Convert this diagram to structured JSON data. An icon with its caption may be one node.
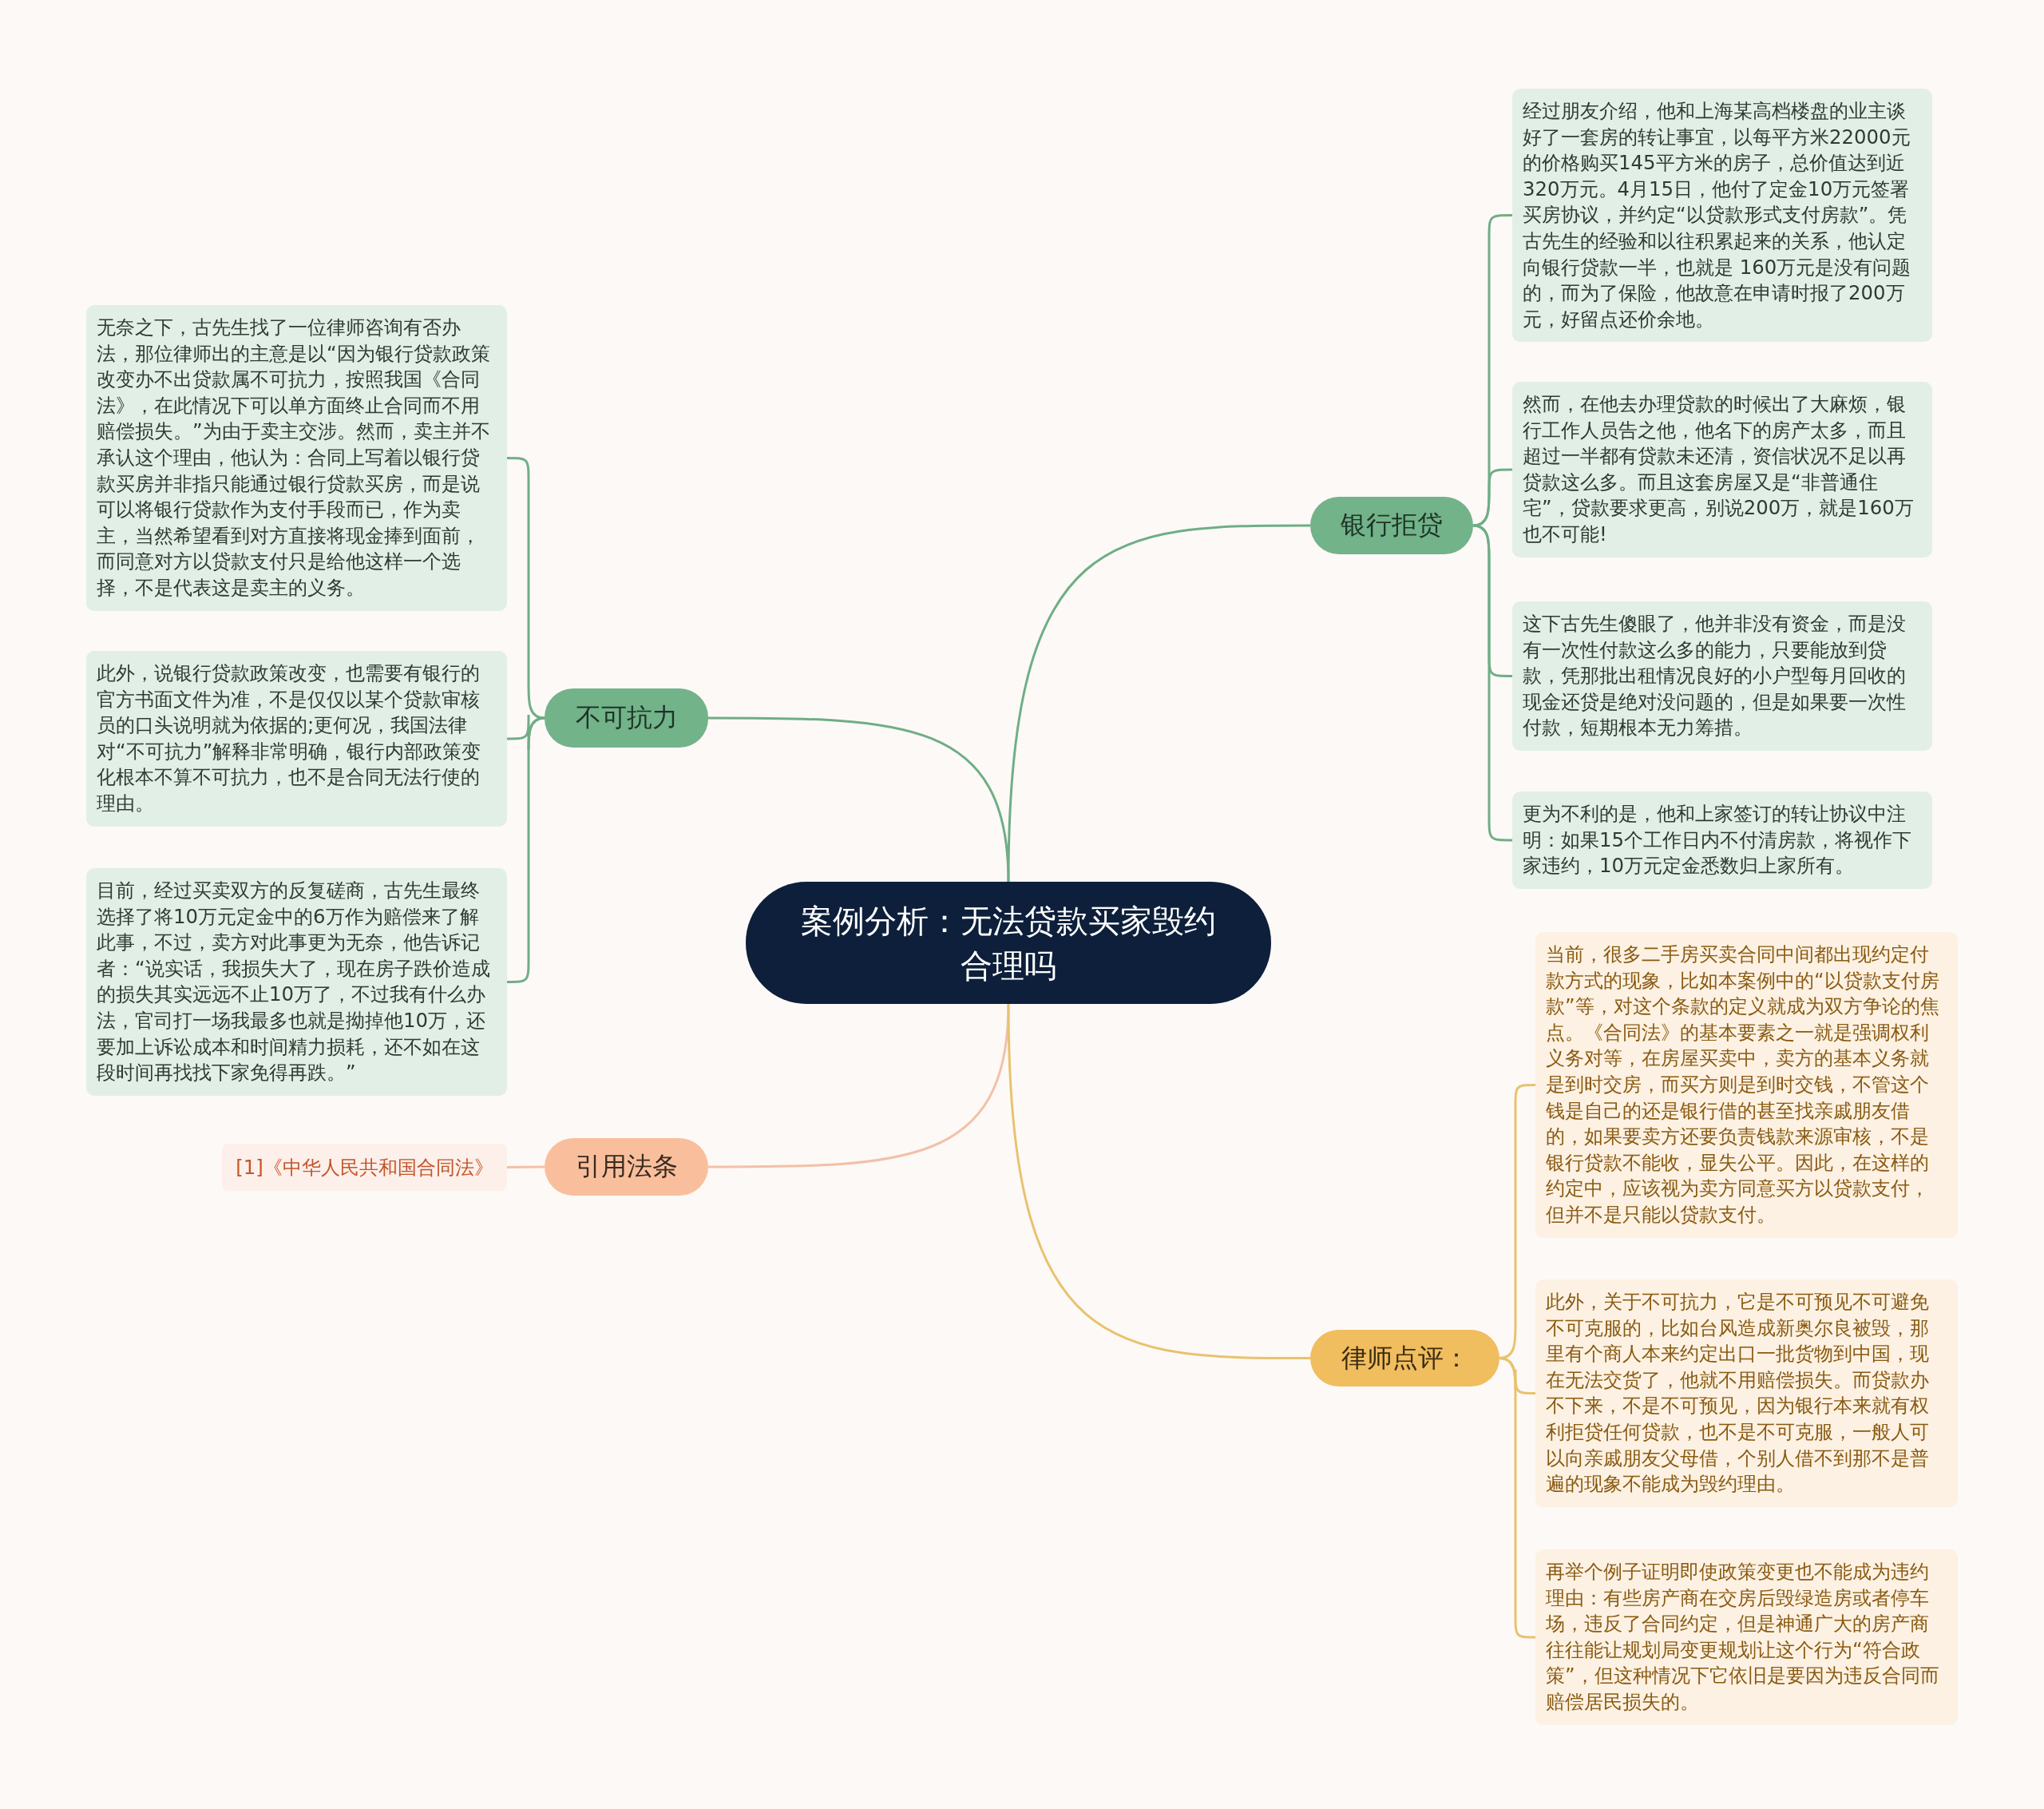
{
  "diagram": {
    "nodes": [
      {
        "text": [
          "案例分析：无法贷款买家毁约合理吗"
        ]
      },
      {
        "text": [
          "银行拒贷"
        ]
      },
      {
        "text": [
          "经过朋友介绍，他和上海某高档楼盘的业主谈好了一套房的转让事宜，以每平方米22000元的价格购买145平方米的房子，总价值达到近320万元。4月15日，他付了定金10万元签署买房协议，并约定“以贷款形式支付房款”。凭古先生的经验和以往积累起来的关系，他认定向银行贷款一半，也就是 160万元是没有问题的，而为了保险，他故意在申请时报了200万元，好留点还价余地。"
        ]
      },
      {
        "text": [
          "然而，在他去办理贷款的时候出了大麻烦，银行工作人员告之他，他名下的房产太多，而且超过一半都有贷款未还清，资信状况不足以再贷款这么多。而且这套房屋又是“非普通住宅”，贷款要求更高，别说200万，就是160万也不可能!"
        ]
      },
      {
        "text": [
          "这下古先生傻眼了，他并非没有资金，而是没有一次性付款这么多的能力，只要能放到贷款，凭那批出租情况良好的小户型每月回收的现金还贷是绝对没问题的，但是如果要一次性付款，短期根本无力筹措。"
        ]
      },
      {
        "text": [
          "更为不利的是，他和上家签订的转让协议中注明：如果15个工作日内不付清房款，将视作下家违约，10万元定金悉数归上家所有。"
        ]
      },
      {
        "text": [
          "不可抗力"
        ]
      },
      {
        "text": [
          "无奈之下，古先生找了一位律师咨询有否办法，那位律师出的主意是以“因为银行贷款政策改变办不出贷款属不可抗力，按照我国《合同法》，在此情况下可以单方面终止合同而不用赔偿损失。”为由于卖主交涉。然而，卖主并不承认这个理由，他认为：合同上写着以银行贷款买房并非指只能通过银行贷款买房，而是说可以将银行贷款作为支付手段而已，作为卖主，当然希望看到对方直接将现金捧到面前，而同意对方以贷款支付只是给他这样一个选择，不是代表这是卖主的义务。"
        ]
      },
      {
        "text": [
          "此外，说银行贷款政策改变，也需要有银行的官方书面文件为准，不是仅仅以某个贷款审核员的口头说明就为依据的;更何况，我国法律对“不可抗力”解释非常明确，银行内部政策变化根本不算不可抗力，也不是合同无法行使的理由。"
        ]
      },
      {
        "text": [
          "目前，经过买卖双方的反复磋商，古先生最终选择了将10万元定金中的6万作为赔偿来了解此事，不过，卖方对此事更为无奈，他告诉记者：“说实话，我损失大了，现在房子跌价造成的损失其实远远不止10万了，不过我有什么办法，官司打一场我最多也就是拗掉他10万，还要加上诉讼成本和时间精力损耗，还不如在这段时间再找找下家免得再跌。”"
        ]
      },
      {
        "text": [
          "引用法条"
        ]
      },
      {
        "text": [
          "[1]《中华人民共和国合同法》"
        ]
      },
      {
        "text": [
          "律师点评："
        ]
      },
      {
        "text": [
          "当前，很多二手房买卖合同中间都出现约定付款方式的现象，比如本案例中的“以贷款支付房款”等，对这个条款的定义就成为双方争论的焦点。《合同法》的基本要素之一就是强调权利义务对等，在房屋买卖中，卖方的基本义务就是到时交房，而买方则是到时交钱，不管这个钱是自己的还是银行借的甚至找亲戚朋友借的，如果要卖方还要负责钱款来源审核，不是银行贷款不能收，显失公平。因此，在这样的约定中，应该视为卖方同意买方以贷款支付，但并不是只能以贷款支付。"
        ]
      },
      {
        "text": [
          "此外，关于不可抗力，它是不可预见不可避免不可克服的，比如台风造成新奥尔良被毁，那里有个商人本来约定出口一批货物到中国，现在无法交货了，他就不用赔偿损失。而贷款办不下来，不是不可预见，因为银行本来就有权利拒贷任何贷款，也不是不可克服，一般人可以向亲戚朋友父母借，个别人借不到那不是普遍的现象不能成为毁约理由。"
        ]
      },
      {
        "text": [
          "再举个例子证明即使政策变更也不能成为违约理由：有些房产商在交房后毁绿造房或者停车场，违反了合同约定，但是神通广大的房产商往往能让规划局变更规划让这个行为“符合政策”，但这种情况下它依旧是要因为违反合同而赔偿居民损失的。"
        ]
      }
    ],
    "edges": [
      {
        "from": 0,
        "to": 1,
        "arrow": "none"
      },
      {
        "from": 1,
        "to": 2,
        "arrow": "none"
      },
      {
        "from": 1,
        "to": 3,
        "arrow": "none"
      },
      {
        "from": 1,
        "to": 4,
        "arrow": "none"
      },
      {
        "from": 1,
        "to": 5,
        "arrow": "none"
      },
      {
        "from": 0,
        "to": 6,
        "arrow": "none"
      },
      {
        "from": 6,
        "to": 7,
        "arrow": "none"
      },
      {
        "from": 6,
        "to": 8,
        "arrow": "none"
      },
      {
        "from": 6,
        "to": 9,
        "arrow": "none"
      },
      {
        "from": 0,
        "to": 10,
        "arrow": "none",
        "color": "#f2c1a6"
      },
      {
        "from": 10,
        "to": 11,
        "arrow": "none",
        "color": "#f2c1a6"
      },
      {
        "from": 0,
        "to": 12,
        "arrow": "none",
        "color": "#e8c26e"
      },
      {
        "from": 12,
        "to": 13,
        "arrow": "none",
        "color": "#e8c26e"
      },
      {
        "from": 12,
        "to": 14,
        "arrow": "none",
        "color": "#e8c26e"
      },
      {
        "from": 12,
        "to": 15,
        "arrow": "none",
        "color": "#e8c26e"
      }
    ]
  }
}
